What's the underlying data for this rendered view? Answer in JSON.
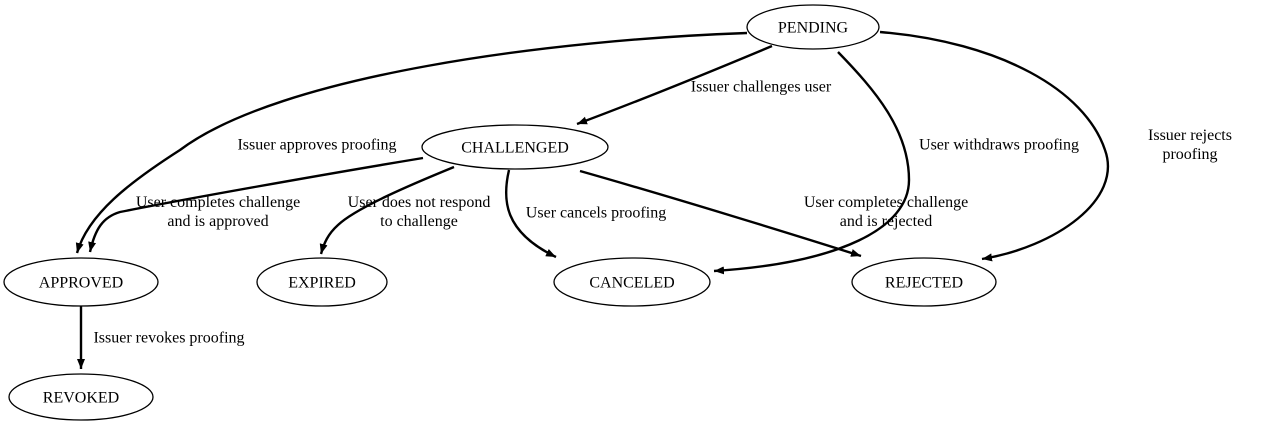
{
  "graph": {
    "type": "state-diagram",
    "background_color": "#ffffff",
    "line_color": "#000000",
    "nodes": [
      {
        "id": "pending",
        "label": "PENDING"
      },
      {
        "id": "challenged",
        "label": "CHALLENGED"
      },
      {
        "id": "approved",
        "label": "APPROVED"
      },
      {
        "id": "expired",
        "label": "EXPIRED"
      },
      {
        "id": "canceled",
        "label": "CANCELED"
      },
      {
        "id": "rejected",
        "label": "REJECTED"
      },
      {
        "id": "revoked",
        "label": "REVOKED"
      }
    ],
    "edges": [
      {
        "from": "pending",
        "to": "challenged",
        "label": "Issuer challenges user"
      },
      {
        "from": "pending",
        "to": "approved",
        "label": "Issuer approves proofing"
      },
      {
        "from": "pending",
        "to": "canceled",
        "label": "User withdraws proofing"
      },
      {
        "from": "pending",
        "to": "rejected",
        "label": "Issuer rejects proofing"
      },
      {
        "from": "challenged",
        "to": "approved",
        "label": "User completes challenge\nand is approved"
      },
      {
        "from": "challenged",
        "to": "expired",
        "label": "User does not respond\nto challenge"
      },
      {
        "from": "challenged",
        "to": "canceled",
        "label": "User cancels proofing"
      },
      {
        "from": "challenged",
        "to": "rejected",
        "label": "User completes challenge\nand is rejected"
      },
      {
        "from": "approved",
        "to": "revoked",
        "label": "Issuer revokes proofing"
      }
    ]
  }
}
